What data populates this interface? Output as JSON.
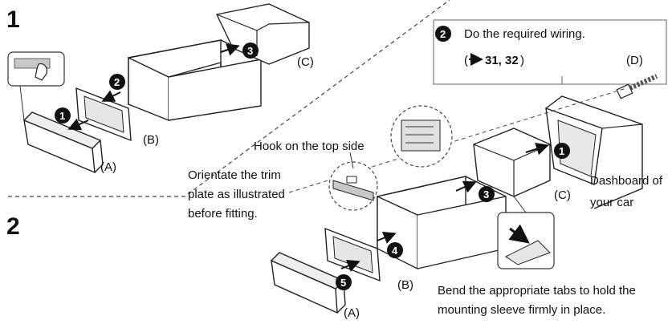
{
  "steps": {
    "step1": "1",
    "step2": "2"
  },
  "badges": {
    "b1": "1",
    "b2": "2",
    "b3": "3",
    "c1": "1",
    "c2": "2",
    "c3": "3",
    "c4": "4",
    "c5": "5"
  },
  "parts": {
    "a_top": "(A)",
    "b_top": "(B)",
    "c_top": "(C)",
    "a_bot": "(A)",
    "b_bot": "(B)",
    "c_bot": "(C)",
    "d": "(D)"
  },
  "wiring": {
    "title": "Do the required wiring.",
    "ref_open": "(",
    "ref_pages": "31, 32",
    "ref_close": ")"
  },
  "notes": {
    "hook": "Hook on the top side",
    "orientate_1": "Orientate the trim",
    "orientate_2": "plate as illustrated",
    "orientate_3": "before fitting.",
    "dashboard_1": "Dashboard of",
    "dashboard_2": "your car",
    "bend_1": "Bend the appropriate tabs to hold the",
    "bend_2": "mounting sleeve firmly in place."
  },
  "icons": [
    "hand-pointer-icon",
    "arrow-right-icon",
    "wire-connector-icon",
    "finger-press-icon"
  ],
  "colors": {
    "line": "#222222",
    "fill": "#ffffff",
    "shade": "#c8c8c8",
    "badge": "#111111"
  }
}
